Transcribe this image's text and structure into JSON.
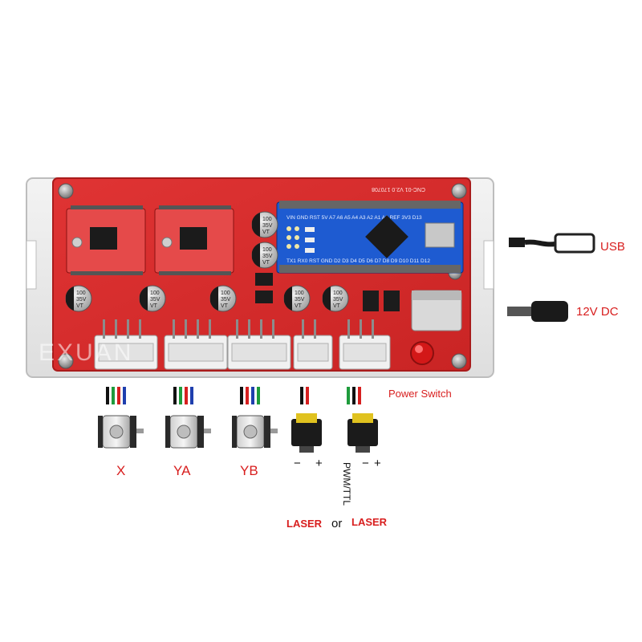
{
  "board": {
    "watermark": "EXUAN",
    "silk_version": "CNC-01 V2.0 170708",
    "nano_top_pins": "VIN GND RST 5V A7 A6 A5 A4 A3 A2 A1 A0 REF 3V3 D13",
    "nano_bottom_pins": "TX1 RX0 RST GND D2 D3 D4 D5 D6 D7 D8 D9 D10 D11 D12",
    "capacitor_lines": [
      "100",
      "35V",
      "VT"
    ]
  },
  "labels": {
    "usb": "USB",
    "dc": "12V DC",
    "power_switch": "Power Switch",
    "motor_x": "X",
    "motor_ya": "YA",
    "motor_yb": "YB",
    "laser_left": "LASER",
    "or": "or",
    "laser_right": "LASER",
    "pwm_ttl": "PWM/TTL",
    "minus": "−",
    "plus": "+"
  },
  "colors": {
    "board_red": "#d72a2a",
    "label_red": "#d81e1e",
    "wire_green": "#1e9b3c",
    "wire_blue": "#1f3fae",
    "wire_red": "#d61f1f",
    "wire_black": "#111111",
    "nano_blue": "#1e5bd1"
  }
}
